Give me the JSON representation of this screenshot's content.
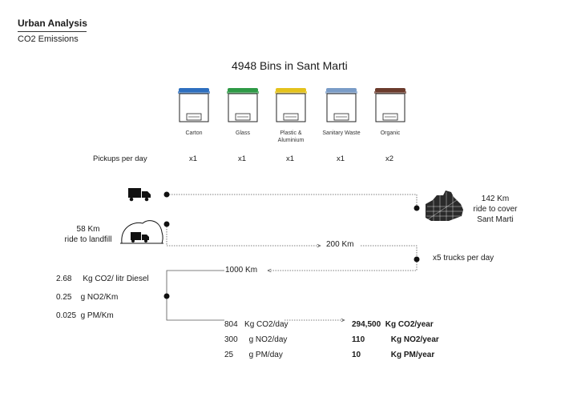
{
  "header": {
    "title": "Urban Analysis",
    "subtitle": "CO2 Emissions"
  },
  "main_title": "4948 Bins in Sant Marti",
  "bins": [
    {
      "label": "Carton",
      "lid_color": "#2e6fbf",
      "pickups": "x1",
      "icon": "bin-icon"
    },
    {
      "label": "Glass",
      "lid_color": "#2e9a46",
      "pickups": "x1",
      "icon": "bin-icon"
    },
    {
      "label": "Plastic & Aluminium",
      "lid_color": "#e4c21c",
      "pickups": "x1",
      "icon": "bin-icon"
    },
    {
      "label": "Sanitary Waste",
      "lid_color": "#7a9cc7",
      "pickups": "x1",
      "icon": "bin-icon"
    },
    {
      "label": "Organic",
      "lid_color": "#6b3b2c",
      "pickups": "x2",
      "icon": "bin-icon"
    }
  ],
  "pickups_label": "Pickups per day",
  "route": {
    "cover_label": "142 Km ride to cover Sant Marti",
    "cover_lines": [
      "142 Km",
      "ride to cover",
      "Sant Marti"
    ],
    "landfill_lines": [
      "58 Km",
      "ride to landfill"
    ],
    "total_km": "200 Km",
    "trucks": "x5 trucks per day",
    "daily_km": "1000 Km"
  },
  "factors": [
    {
      "value": "2.68",
      "unit": "Kg CO2/ litr Diesel"
    },
    {
      "value": "0.25",
      "unit": "g NO2/Km"
    },
    {
      "value": "0.025",
      "unit": "g PM/Km"
    }
  ],
  "results": [
    {
      "daily_value": "804",
      "daily_unit": "Kg CO2/day",
      "year_value": "294,500",
      "year_unit": "Kg CO2/year"
    },
    {
      "daily_value": "300",
      "daily_unit": "g NO2/day",
      "year_value": "110",
      "year_unit": "Kg NO2/year"
    },
    {
      "daily_value": "25",
      "daily_unit": "g PM/day",
      "year_value": "10",
      "year_unit": "Kg PM/year"
    }
  ],
  "colors": {
    "line": "#555555",
    "text": "#1a1a1a"
  }
}
